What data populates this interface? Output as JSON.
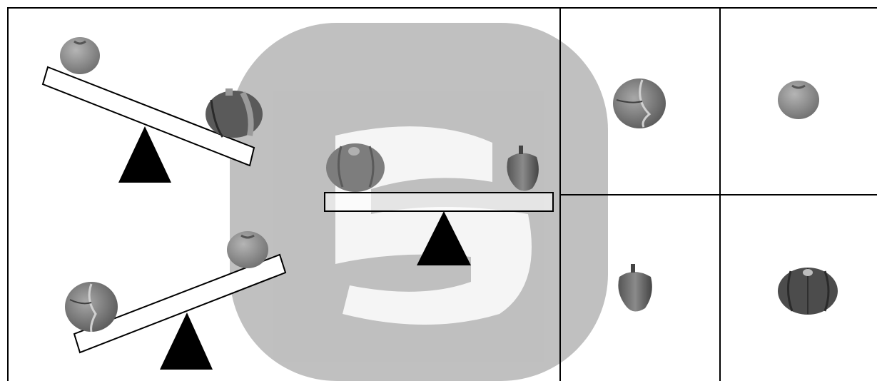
{
  "figure": {
    "description_free": true,
    "colors": {
      "background": "#ffffff",
      "line": "#000000",
      "watermark": "#9a9a9a",
      "tomato": "#8a8a8a",
      "pumpkin_dark": "#444444",
      "pumpkin_light": "#8f8f8f",
      "cabbage": "#7d7d7d",
      "pepper": "#6e6e6e"
    },
    "balances": [
      {
        "name": "balance-top-left",
        "left_item": "tomato",
        "right_item": "pumpkin",
        "tilt": "right-down"
      },
      {
        "name": "balance-bottom-left",
        "left_item": "cabbage",
        "right_item": "tomato",
        "tilt": "left-down"
      },
      {
        "name": "balance-center",
        "left_item": "pumpkin",
        "right_item": "pepper",
        "tilt": "level"
      }
    ],
    "answer_grid": {
      "cells": [
        {
          "name": "option-cabbage",
          "item": "cabbage"
        },
        {
          "name": "option-tomato",
          "item": "tomato"
        },
        {
          "name": "option-pepper",
          "item": "pepper"
        },
        {
          "name": "option-pumpkin",
          "item": "pumpkin"
        }
      ]
    },
    "watermark_icon": "rounded-square-logo"
  }
}
